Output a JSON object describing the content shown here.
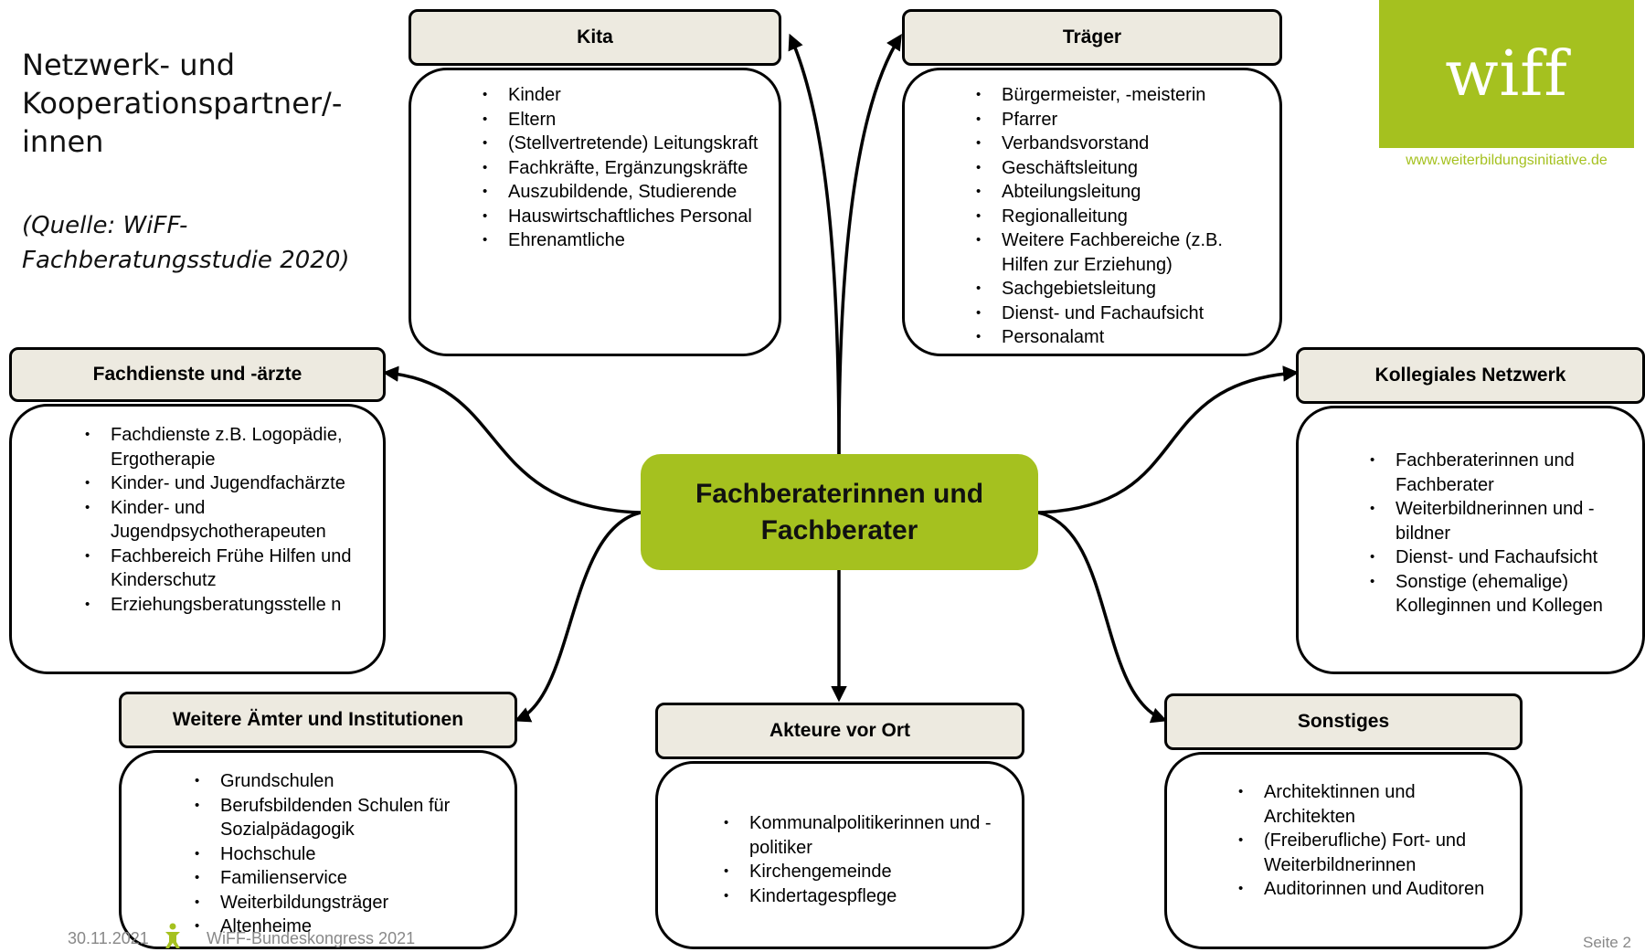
{
  "title": "Netzwerk- und Kooperationspartner/-innen",
  "source": "(Quelle: WiFF-Fachberatungsstudie 2020)",
  "center": {
    "line1": "Fachberaterinnen und",
    "line2": "Fachberater"
  },
  "nodes": {
    "kita": {
      "title": "Kita",
      "items": [
        "Kinder",
        "Eltern",
        "(Stellvertretende) Leitungskraft",
        "Fachkräfte, Ergänzungskräfte",
        "Auszubildende, Studierende",
        "Hauswirtschaftliches Personal",
        "Ehrenamtliche"
      ]
    },
    "traeger": {
      "title": "Träger",
      "items": [
        "Bürgermeister, -meisterin",
        "Pfarrer",
        "Verbandsvorstand",
        "Geschäftsleitung",
        "Abteilungsleitung",
        "Regionalleitung",
        "Weitere Fachbereiche (z.B. Hilfen zur Erziehung)",
        "Sachgebietsleitung",
        "Dienst- und Fachaufsicht",
        "Personalamt"
      ]
    },
    "fachdienste": {
      "title": "Fachdienste und -ärzte",
      "items": [
        "Fachdienste z.B. Logopädie, Ergotherapie",
        "Kinder- und Jugendfachärzte",
        "Kinder- und Jugendpsychotherapeuten",
        "Fachbereich Frühe Hilfen und Kinderschutz",
        "Erziehungsberatungsstelle n"
      ]
    },
    "kollegial": {
      "title": "Kollegiales Netzwerk",
      "items": [
        "Fachberaterinnen und Fachberater",
        "Weiterbildnerinnen und -bildner",
        "Dienst- und Fachaufsicht",
        "Sonstige (ehemalige) Kolleginnen und Kollegen"
      ]
    },
    "aemter": {
      "title": "Weitere Ämter und Institutionen",
      "items": [
        "Grundschulen",
        "Berufsbildenden Schulen für Sozialpädagogik",
        "Hochschule",
        "Familienservice",
        "Weiterbildungsträger",
        "Altenheime"
      ]
    },
    "akteure": {
      "title": "Akteure vor Ort",
      "items": [
        "Kommunalpolitikerinnen und -politiker",
        "Kirchengemeinde",
        "Kindertagespflege"
      ]
    },
    "sonstiges": {
      "title": "Sonstiges",
      "items": [
        "Architektinnen und Architekten",
        "(Freiberufliche) Fort- und Weiterbildnerinnen",
        "Auditorinnen und Auditoren"
      ]
    }
  },
  "logo": {
    "text": "wiff",
    "url": "www.weiterbildungsinitiative.de"
  },
  "footer": {
    "date": "30.11.2021",
    "event": "WiFF-Bundeskongress 2021",
    "page": "Seite 2"
  }
}
